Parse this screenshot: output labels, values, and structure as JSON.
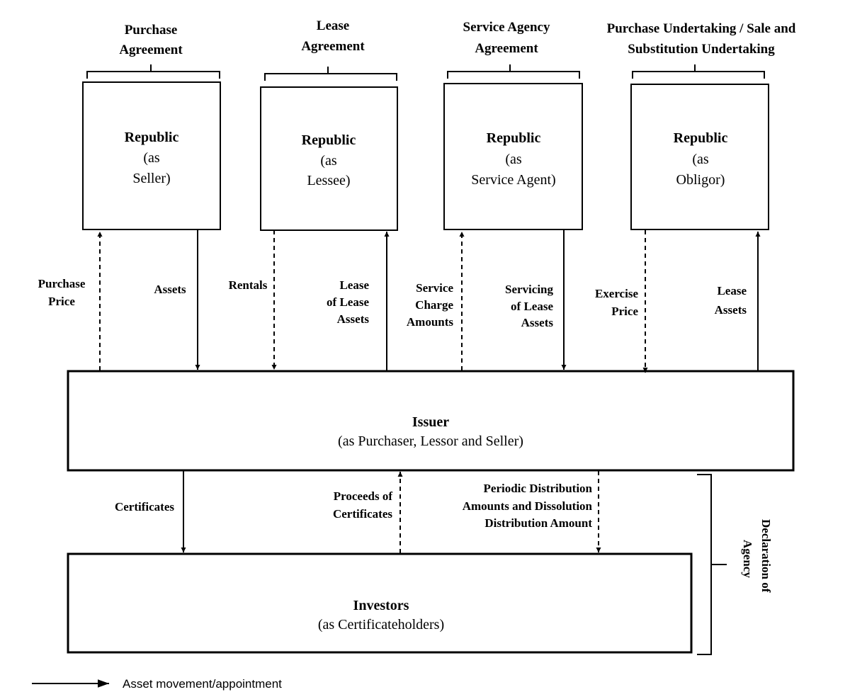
{
  "agreements": [
    {
      "header": [
        "Purchase",
        "Agreement"
      ],
      "title": "Republic",
      "sub": [
        "(as",
        "Seller)"
      ]
    },
    {
      "header": [
        "Lease",
        "Agreement"
      ],
      "title": "Republic",
      "sub": [
        "(as",
        "Lessee)"
      ]
    },
    {
      "header": [
        "Service Agency",
        "Agreement"
      ],
      "title": "Republic",
      "sub": [
        "(as",
        "Service Agent)"
      ]
    },
    {
      "header": [
        "Purchase Undertaking / Sale and",
        "Substitution Undertaking"
      ],
      "title": "Republic",
      "sub": [
        "(as",
        "Obligor)"
      ]
    }
  ],
  "issuer": {
    "title": "Issuer",
    "sub": "(as Purchaser, Lessor and Seller)"
  },
  "investors": {
    "title": "Investors",
    "sub": "(as Certificateholders)"
  },
  "flows": {
    "purchase_price": [
      "Purchase",
      "Price"
    ],
    "assets": [
      "Assets"
    ],
    "rentals": [
      "Rentals"
    ],
    "lease_of_lease_assets": [
      "Lease",
      "of Lease",
      "Assets"
    ],
    "service_charge_amounts": [
      "Service",
      "Charge",
      "Amounts"
    ],
    "servicing_of_lease_assets": [
      "Servicing",
      "of Lease",
      "Assets"
    ],
    "exercise_price": [
      "Exercise",
      "Price"
    ],
    "lease_assets": [
      "Lease",
      "Assets"
    ],
    "certificates": [
      "Certificates"
    ],
    "proceeds_of_certificates": [
      "Proceeds of",
      "Certificates"
    ],
    "periodic_distribution": [
      "Periodic Distribution",
      "Amounts and Dissolution",
      "Distribution Amount"
    ]
  },
  "declaration": [
    "Declaration of",
    "Agency"
  ],
  "legend": {
    "asset_movement": "Asset movement/appointment"
  },
  "colors": {
    "line": "#000000",
    "background": "#ffffff"
  }
}
